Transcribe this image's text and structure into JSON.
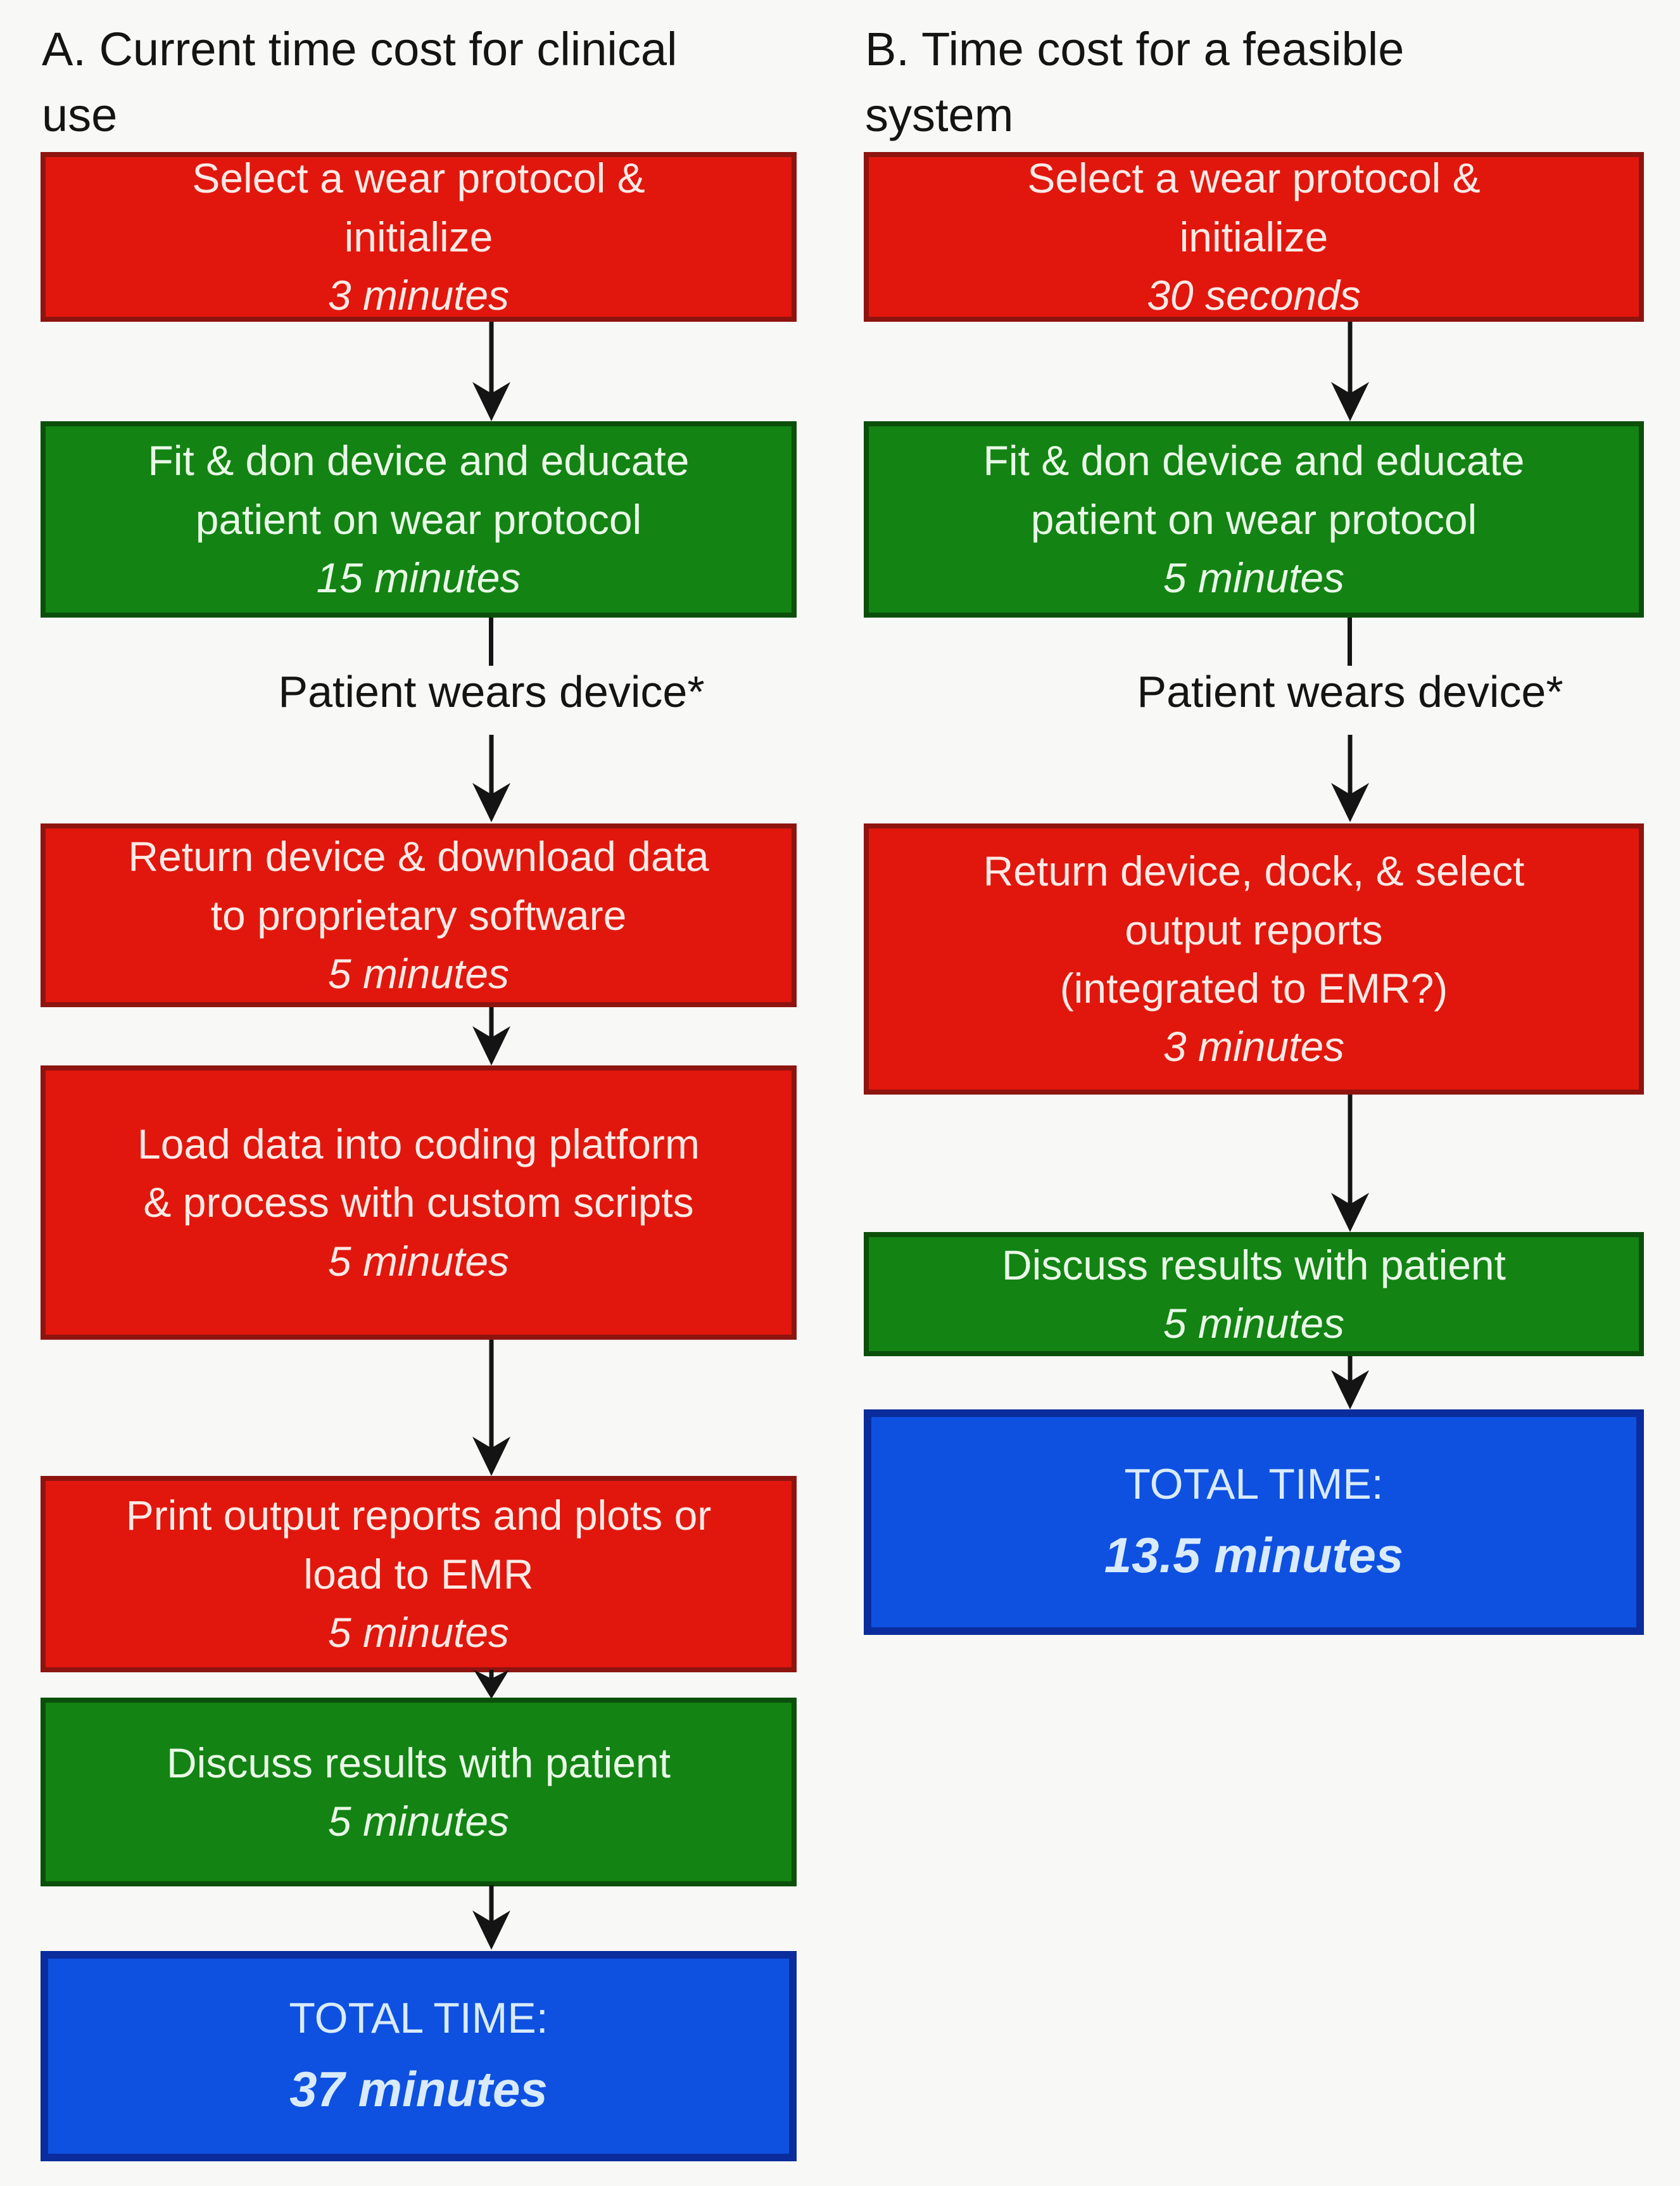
{
  "titles": {
    "a": [
      "A. Current time cost for clinical",
      "use"
    ],
    "b": [
      "B. Time cost for a feasible",
      "system"
    ]
  },
  "labels": {
    "wear_a": "Patient wears device*",
    "wear_b": "Patient wears device*"
  },
  "boxes": {
    "a1": {
      "lines": [
        "Select a wear protocol &",
        "initialize"
      ],
      "time": "3 minutes"
    },
    "a2": {
      "lines": [
        "Fit & don device and educate",
        "patient on wear protocol"
      ],
      "time": "15 minutes"
    },
    "a3": {
      "lines": [
        "Return device & download data",
        "to proprietary software"
      ],
      "time": "5 minutes"
    },
    "a4": {
      "lines": [
        "Load data into coding platform",
        "& process with custom scripts"
      ],
      "time": "5 minutes"
    },
    "a5": {
      "lines": [
        "Print output reports and plots or",
        "load to EMR"
      ],
      "time": "5 minutes"
    },
    "a6": {
      "lines": [
        "Discuss results with patient"
      ],
      "time": "5 minutes"
    },
    "a7": {
      "label": "TOTAL TIME:",
      "total": "37 minutes"
    },
    "b1": {
      "lines": [
        "Select a wear protocol &",
        "initialize"
      ],
      "time": "30 seconds"
    },
    "b2": {
      "lines": [
        "Fit & don device and educate",
        "patient on wear protocol"
      ],
      "time": "5 minutes"
    },
    "b3": {
      "lines": [
        "Return device, dock, & select",
        "output reports",
        "(integrated to EMR?)"
      ],
      "time": "3 minutes"
    },
    "b4": {
      "lines": [
        "Discuss results with patient"
      ],
      "time": "5 minutes"
    },
    "b5": {
      "label": "TOTAL TIME:",
      "total": "13.5 minutes"
    }
  },
  "colors": {
    "red": "#e1170d",
    "red_border": "#8e1410",
    "red_text": "#faeae6",
    "green": "#138313",
    "green_border": "#0b4f0b",
    "green_text": "#e9f8e7",
    "blue": "#0e51e1",
    "blue_border": "#0b2c9c",
    "blue_text": "#d9ebfb",
    "ink": "#141414",
    "background": "#f8f8f6"
  }
}
